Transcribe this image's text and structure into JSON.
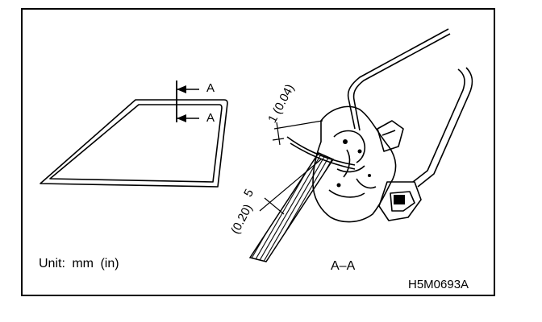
{
  "section_labels": {
    "left": "A",
    "right": "A"
  },
  "dimensions": {
    "gap_mm": "1",
    "gap_in": "(0.04)",
    "depth_mm": "5",
    "depth_in": "(0.20)"
  },
  "unit_note": "Unit: mm (in)",
  "section_title": "A–A",
  "figure_id": "H5M0693A"
}
